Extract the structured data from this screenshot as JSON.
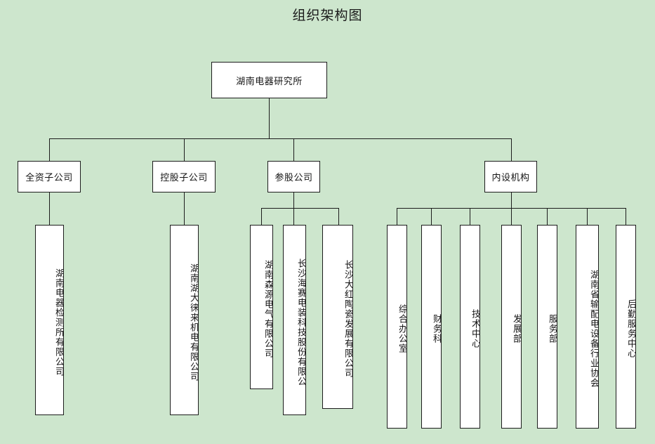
{
  "title": "组织架构图",
  "colors": {
    "background": "#cde6cd",
    "node_fill": "#ffffff",
    "line": "#1c1c1c",
    "text": "#141414"
  },
  "root": {
    "label": "湖南电器研究所"
  },
  "level2": [
    {
      "label": "全资子公司"
    },
    {
      "label": "控股子公司"
    },
    {
      "label": "参股公司"
    },
    {
      "label": "内设机构"
    }
  ],
  "leaves": {
    "wholly_owned": [
      {
        "label": "湖南电器检测所有限公司"
      }
    ],
    "holding": [
      {
        "label": "湖南湖大徕来机电有限公司"
      }
    ],
    "equity": [
      {
        "label": "湖南森源电气有限公司"
      },
      {
        "label": "长沙海赛电装科技股份有限公"
      },
      {
        "label": "长沙大红陶瓷发展有限公司"
      }
    ],
    "internal": [
      {
        "label": "综合办公室"
      },
      {
        "label": "财务科"
      },
      {
        "label": "技术中心"
      },
      {
        "label": "发展部"
      },
      {
        "label": "服务部"
      },
      {
        "label": "湖南省输配电设备行业协会"
      },
      {
        "label": "后勤服务中心"
      }
    ]
  }
}
